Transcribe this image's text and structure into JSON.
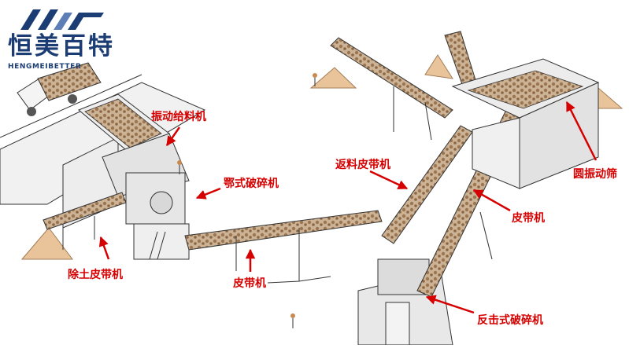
{
  "logo": {
    "name_cn": "恒美百特",
    "name_en": "HENGMEIBETTER",
    "mark_color": "#1b3d73"
  },
  "labels": {
    "vibrating_feeder": "振动给料机",
    "jaw_crusher": "鄂式破碎机",
    "soil_removal_belt": "除土皮带机",
    "belt_conveyor_bottom": "皮带机",
    "return_belt": "返料皮带机",
    "belt_conveyor_right": "皮带机",
    "circular_screen": "圆振动筛",
    "impact_crusher": "反击式破碎机"
  },
  "colors": {
    "label": "#d50000",
    "arrow": "#d50000",
    "outline": "#333333",
    "structure": "#e6e6e6",
    "rock": "#a8835a",
    "sand": "#e9c49a"
  }
}
